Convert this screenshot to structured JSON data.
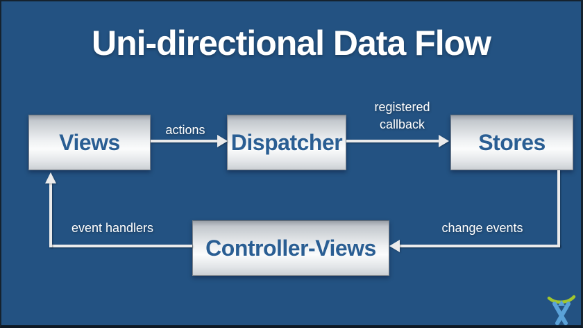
{
  "slide": {
    "title": "Uni-directional Data Flow",
    "nodes": [
      {
        "id": "views",
        "label": "Views"
      },
      {
        "id": "dispatcher",
        "label": "Dispatcher"
      },
      {
        "id": "stores",
        "label": "Stores"
      },
      {
        "id": "controller_views",
        "label": "Controller-Views"
      }
    ],
    "edges": [
      {
        "from": "views",
        "to": "dispatcher",
        "label": "actions"
      },
      {
        "from": "dispatcher",
        "to": "stores",
        "label": "registered callback"
      },
      {
        "from": "stores",
        "to": "controller_views",
        "label": "change events"
      },
      {
        "from": "controller_views",
        "to": "views",
        "label": "event handlers"
      }
    ],
    "colors": {
      "background": "#235282",
      "node_text": "#2a5e93",
      "edge_label_text": "#ffffff",
      "arrow": "#ebebeb",
      "logo_green": "#a2c62d",
      "logo_blue": "#5aa2d8"
    },
    "footer": {
      "logo_icon": "atlassian-charlie-logo"
    }
  }
}
